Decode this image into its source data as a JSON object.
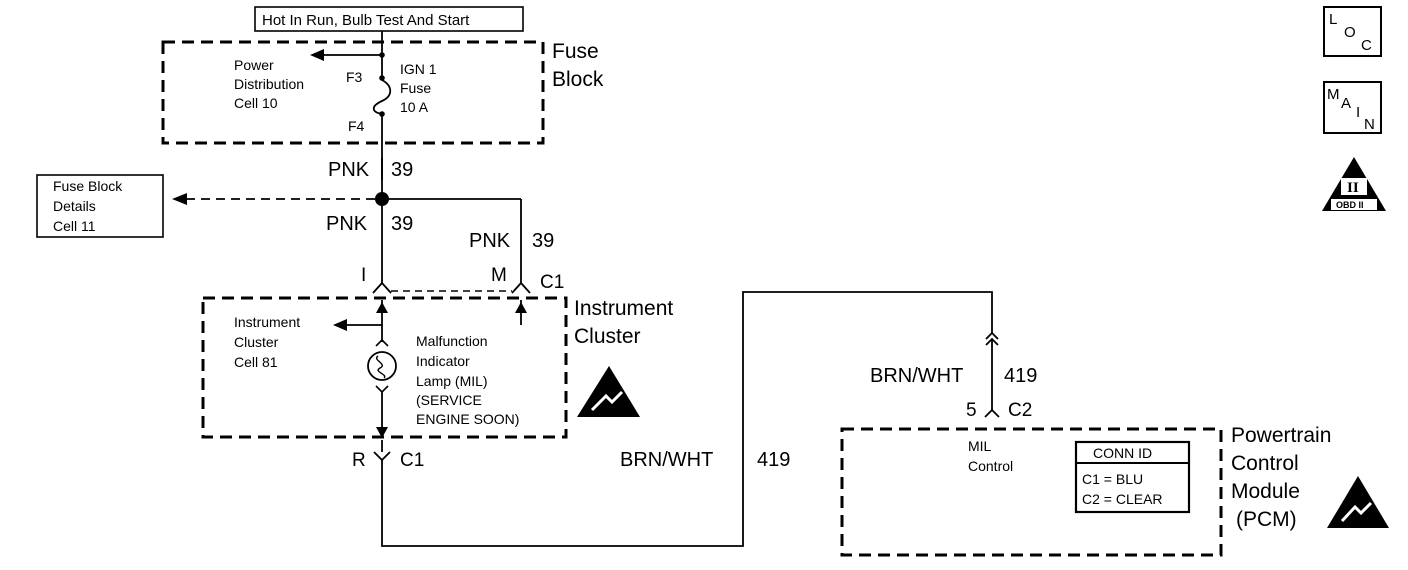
{
  "header": {
    "power_label": "Hot In Run, Bulb Test And Start"
  },
  "fuse_block": {
    "title_line1": "Fuse",
    "title_line2": "Block",
    "power_dist_line1": "Power",
    "power_dist_line2": "Distribution",
    "power_dist_line3": "Cell 10",
    "pin_f3": "F3",
    "pin_f4": "F4",
    "fuse_line1": "IGN 1",
    "fuse_line2": "Fuse",
    "fuse_line3": "10 A"
  },
  "fuse_details": {
    "line1": "Fuse Block",
    "line2": "Details",
    "line3": "Cell 11"
  },
  "wires": {
    "pnk_top": {
      "color": "PNK",
      "circuit": "39"
    },
    "pnk_mid": {
      "color": "PNK",
      "circuit": "39"
    },
    "pnk_right": {
      "color": "PNK",
      "circuit": "39"
    },
    "brn_wht_left": {
      "color": "BRN/WHT",
      "circuit": "419"
    },
    "brn_wht_right": {
      "color": "BRN/WHT",
      "circuit": "419"
    }
  },
  "cluster_connector": {
    "pin_i": "I",
    "pin_m": "M",
    "conn_top": "C1",
    "pin_r": "R",
    "conn_bottom": "C1"
  },
  "instrument_cluster": {
    "title_line1": "Instrument",
    "title_line2": "Cluster",
    "ref_line1": "Instrument",
    "ref_line2": "Cluster",
    "ref_line3": "Cell 81",
    "mil_line1": "Malfunction",
    "mil_line2": "Indicator",
    "mil_line3": "Lamp (MIL)",
    "mil_line4": "(SERVICE",
    "mil_line5": "ENGINE SOON)"
  },
  "pcm_connector": {
    "pin": "5",
    "conn": "C2"
  },
  "pcm": {
    "title_line1": "Powertrain",
    "title_line2": "Control",
    "title_line3": "Module",
    "title_line4": "(PCM)",
    "mil_control_line1": "MIL",
    "mil_control_line2": "Control",
    "conn_id_header": "CONN ID",
    "conn_id_row1": "C1 = BLU",
    "conn_id_row2": "C2 = CLEAR"
  },
  "side_icons": {
    "loc": {
      "l": "L",
      "o": "O",
      "c": "C"
    },
    "main": {
      "m": "M",
      "a": "A",
      "i": "I",
      "n": "N"
    },
    "obd": {
      "numeral": "II",
      "label": "OBD II"
    }
  }
}
